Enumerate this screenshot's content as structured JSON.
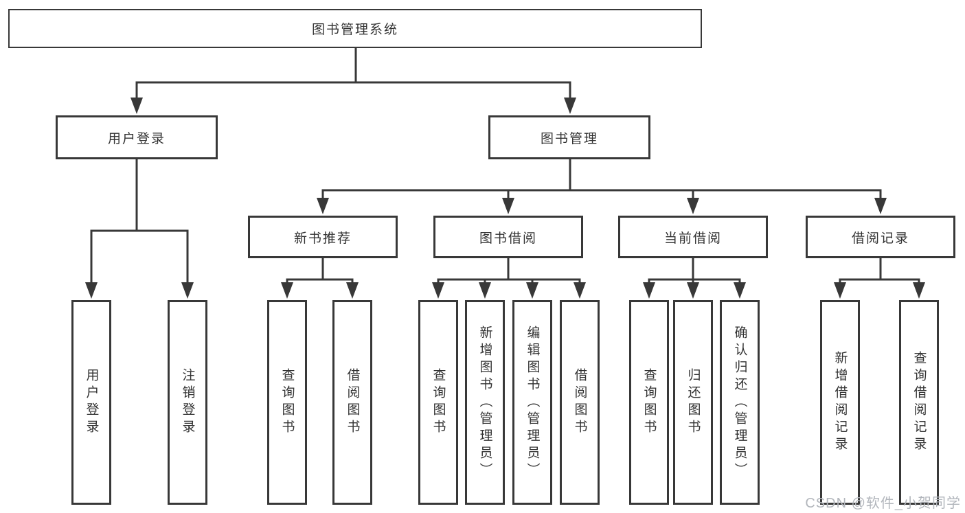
{
  "diagram": {
    "title": "图书管理系统",
    "type": "hierarchy-structure-chart",
    "colors": {
      "line": "#383838",
      "text": "#333333",
      "box_background": "#ffffff",
      "page_background": "#ffffff",
      "watermark": "#b2b6bc"
    },
    "nodes": {
      "root": "图书管理系统",
      "user_login": "用户登录",
      "book_mgmt": "图书管理",
      "new_book_rec": "新书推荐",
      "book_borrow": "图书借阅",
      "current_borrow": "当前借阅",
      "borrow_record": "借阅记录",
      "ul_user_login": "用户登录",
      "ul_logout": "注销登录",
      "nb_query_book": "查询图书",
      "nb_borrow_book": "借阅图书",
      "bb_query_book": "查询图书",
      "bb_add_book": "新增图书（管理员）",
      "bb_edit_book": "编辑图书（管理员）",
      "bb_borrow_book": "借阅图书",
      "cb_query_book": "查询图书",
      "cb_return_book": "归还图书",
      "cb_confirm_return": "确认归还（管理员）",
      "br_add_record": "新增借阅记录",
      "br_query_record": "查询借阅记录"
    },
    "hierarchy": {
      "图书管理系统": {
        "用户登录": [
          "用户登录",
          "注销登录"
        ],
        "图书管理": {
          "新书推荐": [
            "查询图书",
            "借阅图书"
          ],
          "图书借阅": [
            "查询图书",
            "新增图书（管理员）",
            "编辑图书（管理员）",
            "借阅图书"
          ],
          "当前借阅": [
            "查询图书",
            "归还图书",
            "确认归还（管理员）"
          ],
          "借阅记录": [
            "新增借阅记录",
            "查询借阅记录"
          ]
        }
      }
    },
    "watermark": "CSDN @软件_小贺同学"
  }
}
